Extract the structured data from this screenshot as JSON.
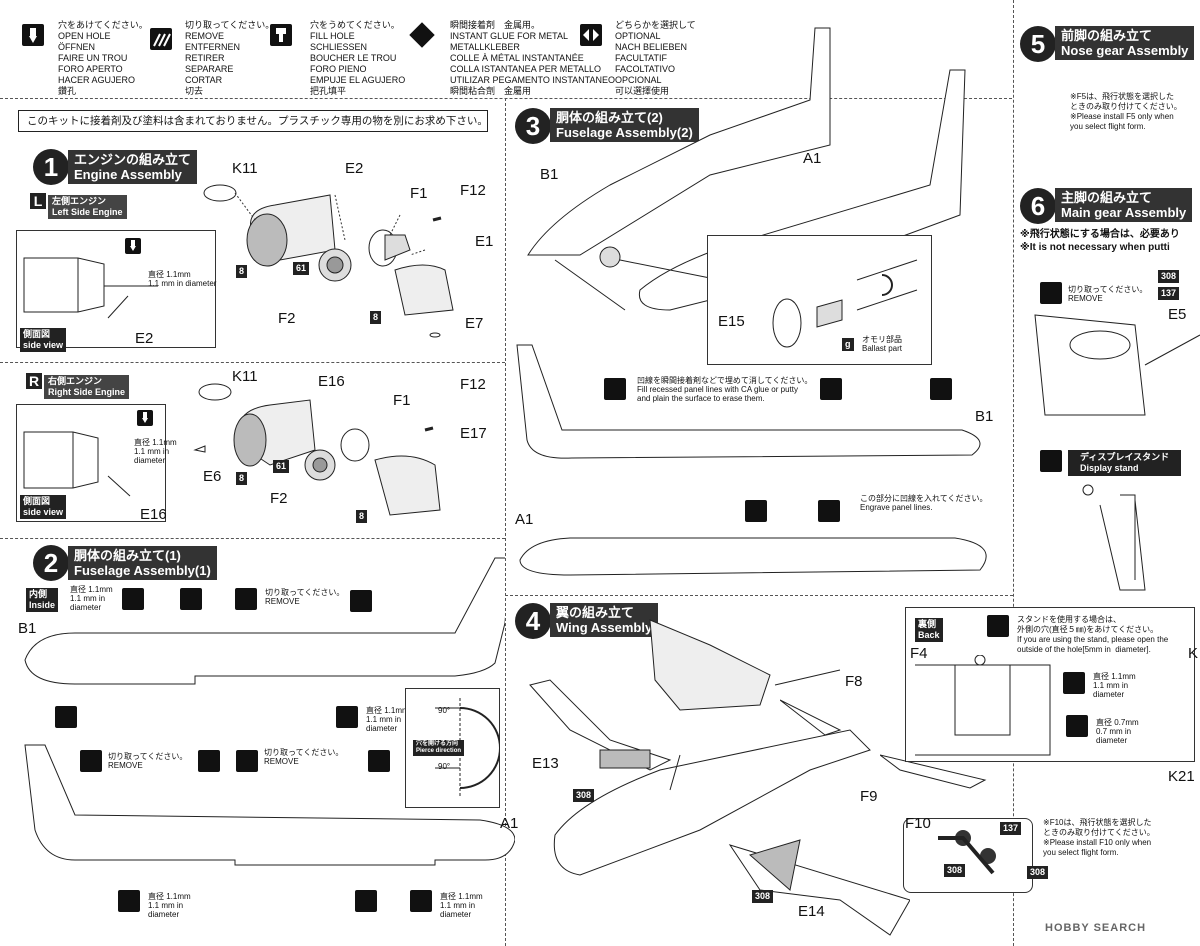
{
  "legend": [
    {
      "icon": "drill-icon",
      "text": "穴をあけてください。\nOPEN HOLE\nÖFFNEN\nFAIRE UN TROU\nFORO APERTO\nHACER AGUJERO\n鑽孔"
    },
    {
      "icon": "cut-icon",
      "text": "切り取ってください。\nREMOVE\nENTFERNEN\nRETIRER\nSEPARARE\nCORTAR\n切去"
    },
    {
      "icon": "fill-icon",
      "text": "穴をうめてください。\nFILL HOLE\nSCHLIESSEN\nBOUCHER LE TROU\nFORO PIENO\nEMPUJE EL AGUJERO\n把孔填平"
    },
    {
      "icon": "glue-icon",
      "text": "瞬間接着剤　金属用。\nINSTANT GLUE FOR METAL\nMETALLKLEBER\nCOLLE À MÉTAL INSTANTANÉE\nCOLLA ISTANTANEA PER METALLO\nUTILIZAR PEGAMENTO INSTANTANEO\n瞬間粘合劑　金屬用"
    },
    {
      "icon": "optional-icon",
      "text": "どちらかを選択して\nOPTIONAL\nNACH BELIEBEN\nFACULTATIF\nFACOLTATIVO\nOPCIONAL\n可以選擇使用"
    }
  ],
  "notice": "このキットに接着剤及び塗料は含まれておりません。プラスチック専用の物を別にお求め下さい。",
  "steps": {
    "s1": {
      "num": "1",
      "ja": "エンジンの組み立て",
      "en": "Engine Assembly"
    },
    "s2": {
      "num": "2",
      "ja": "胴体の組み立て(1)",
      "en": "Fuselage Assembly(1)"
    },
    "s3": {
      "num": "3",
      "ja": "胴体の組み立て(2)",
      "en": "Fuselage Assembly(2)"
    },
    "s4": {
      "num": "4",
      "ja": "翼の組み立て",
      "en": "Wing Assembly"
    },
    "s5": {
      "num": "5",
      "ja": "前脚の組み立て",
      "en": "Nose gear Assembly"
    },
    "s6": {
      "num": "6",
      "ja": "主脚の組み立て",
      "en": "Main gear Assembly"
    }
  },
  "engine": {
    "left": {
      "letter": "L",
      "ja": "左側エンジン",
      "en": "Left Side Engine"
    },
    "right": {
      "letter": "R",
      "ja": "右側エンジン",
      "en": "Right Side Engine"
    },
    "sideview_ja": "側面図",
    "sideview_en": "side view",
    "dia": "直径 1.1mm\n1.1 mm in diameter",
    "dia_r": "直径 1.1mm\n1.1 mm in\ndiameter"
  },
  "parts": {
    "K11": "K11",
    "E2": "E2",
    "F1": "F1",
    "F12": "F12",
    "E1": "E1",
    "F2": "F2",
    "E7": "E7",
    "E16": "E16",
    "E17": "E17",
    "E6": "E6",
    "B1": "B1",
    "A1": "A1",
    "E15": "E15",
    "E13": "E13",
    "E14": "E14",
    "F8": "F8",
    "F9": "F9",
    "F10": "F10",
    "F4": "F4",
    "E5": "E5",
    "K21": "K21",
    "K": "K"
  },
  "badges": {
    "b8": "8",
    "b61": "61",
    "b308": "308",
    "b137": "137"
  },
  "fuselage1": {
    "inside": "内側\nInside",
    "dia": "直径 1.1mm\n1.1 mm in\ndiameter",
    "remove": "切り取ってください。\nREMOVE",
    "angle": "90°",
    "pierce": "穴を開ける方向\nPierce direction"
  },
  "fuselage2": {
    "ballast_ja": "オモリ部品",
    "ballast_en": "Ballast part",
    "fill_ja": "凹線を瞬間接着剤などで埋めて消してください。",
    "fill_en": "Fill recessed panel lines with CA glue or putty\nand plain the surface to erase them.",
    "engrave_ja": "この部分に凹線を入れてください。",
    "engrave_en": "Engrave panel lines."
  },
  "nose": {
    "note": "※F5は、飛行状態を選択した\nときのみ取り付けてください。\n※Please install F5 only when\nyou select flight form."
  },
  "main": {
    "note_ja": "※飛行状態にする場合は、必要あり",
    "note_en": "※It is not necessary when putti",
    "remove": "切り取ってください。\nREMOVE"
  },
  "stand": {
    "label_ja": "ディスプレイスタンド",
    "label_en": "Display stand",
    "back": "裏側\nBack",
    "text": "スタンドを使用する場合は、\n外側の穴(直径５㎜)をあけてください。\nIf you are using the stand, please open the\noutside of the hole[5mm in  diameter].",
    "dia1": "直径 1.1mm\n1.1 mm in\ndiameter",
    "dia07": "直径 0.7mm\n0.7 mm in\ndiameter"
  },
  "f10note": "※F10は、飛行状態を選択した\nときのみ取り付けてください。\n※Please install F10 only when\nyou select flight form.",
  "watermark": "HOBBY SEARCH"
}
